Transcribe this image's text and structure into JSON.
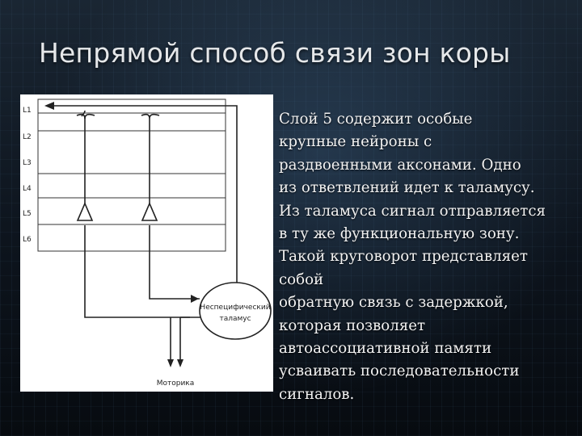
{
  "slide": {
    "title": "Непрямой способ связи зон коры"
  },
  "diagram": {
    "layers": [
      "L1",
      "L2",
      "L3",
      "L4",
      "L5",
      "L6"
    ],
    "thalamus_label_line1": "Неспецифический",
    "thalamus_label_line2": "таламус",
    "motor_label": "Моторика"
  },
  "text": {
    "lines": [
      "Слой 5 содержит особые",
      "крупные нейроны с",
      "раздвоенными аксонами. Одно",
      "из ответвлений идет к таламусу.",
      "Из таламуса сигнал отправляется",
      "в ту же функциональную зону.",
      "Такой круговорот представляет",
      "собой",
      "обратную  связь  с  задержкой,",
      "которая  позволяет",
      "автоассоциативной  памяти",
      "усваивать последовательности",
      "сигналов."
    ]
  }
}
